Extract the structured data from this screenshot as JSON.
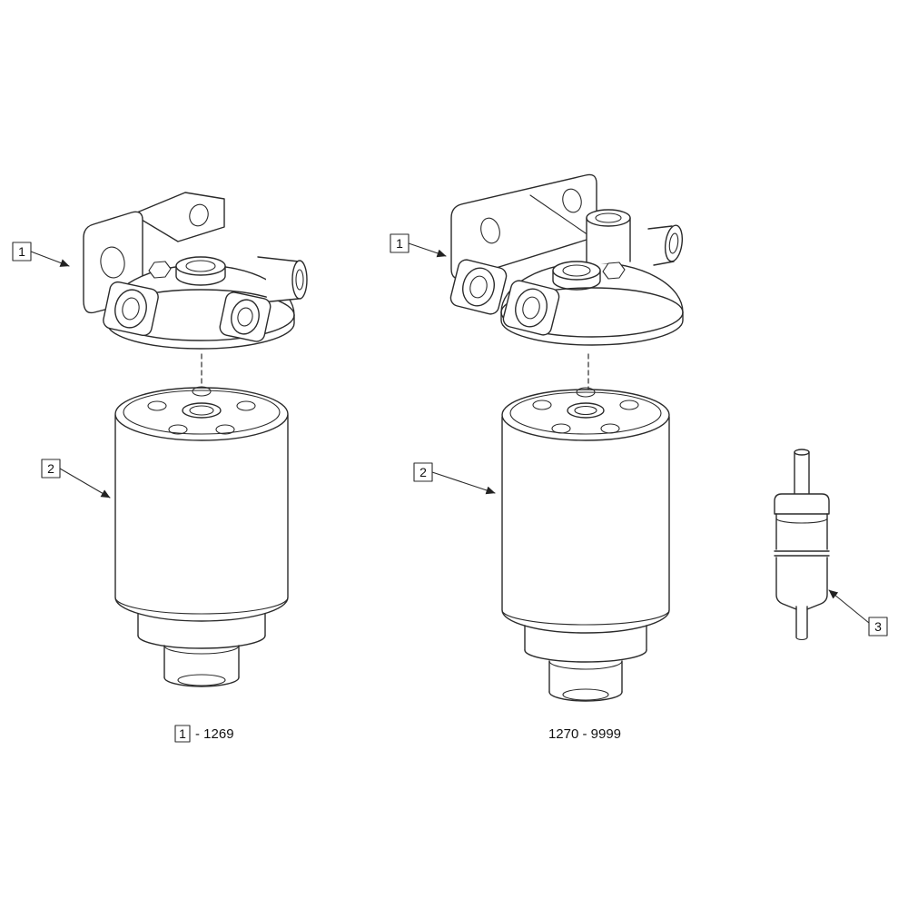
{
  "colors": {
    "background": "#ffffff",
    "line": "#2b2b2b",
    "text": "#111111"
  },
  "callouts": {
    "left_head": "1",
    "left_filter": "2",
    "right_head": "1",
    "right_filter": "2",
    "inline_filter": "3"
  },
  "captions": {
    "left": {
      "boxed": "1",
      "range": "- 1269"
    },
    "right": {
      "range": "1270 - 9999"
    }
  }
}
